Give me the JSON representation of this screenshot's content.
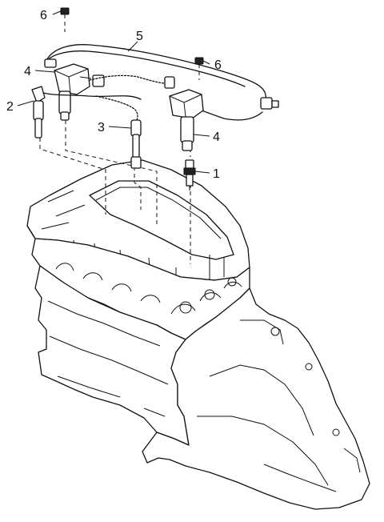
{
  "callouts": [
    {
      "id": "6",
      "text": "6",
      "part": "bolt-upper-left"
    },
    {
      "id": "5",
      "text": "5",
      "part": "wiring-harness"
    },
    {
      "id": "6b",
      "text": "6",
      "part": "bolt-upper-right"
    },
    {
      "id": "4",
      "text": "4",
      "part": "ignition-coil-left"
    },
    {
      "id": "2",
      "text": "2",
      "part": "spark-plug-cable-left"
    },
    {
      "id": "3",
      "text": "3",
      "part": "spark-plug-cable-center"
    },
    {
      "id": "4b",
      "text": "4",
      "part": "ignition-coil-right"
    },
    {
      "id": "1",
      "text": "1",
      "part": "spark-plug"
    }
  ],
  "colors": {
    "ink": "#111111",
    "background": "#ffffff"
  }
}
